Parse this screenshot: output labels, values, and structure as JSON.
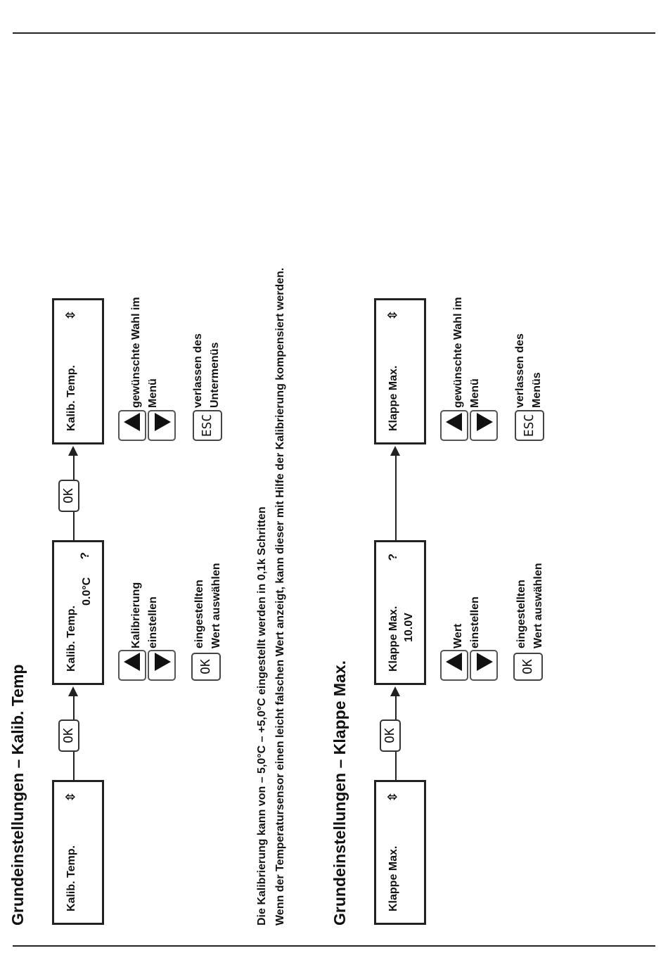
{
  "section1": {
    "title": "Grundeinstellungen – Kalib. Temp",
    "screen1": {
      "line1": "Kalib. Temp.",
      "symbol": "⇳"
    },
    "ok_label": "OK",
    "screen2": {
      "line1": "Kalib. Temp.",
      "line2": "0.0°C",
      "symbol": "?"
    },
    "screen3": {
      "line1": "Kalib. Temp.",
      "symbol": "⇳"
    },
    "adjust_desc": [
      "Kalibrierung",
      "einstellen"
    ],
    "confirm_key": "OK",
    "confirm_desc": [
      "eingestellten",
      "Wert auswählen"
    ],
    "nav_desc": [
      "gewünschte Wahl im",
      "Menü"
    ],
    "esc_key": "ESC",
    "esc_desc": [
      "verlassen des",
      "Untermenüs"
    ]
  },
  "paragraph": [
    "Die Kalibrierung kann von – 5,0°C – +5,0°C eingestellt werden in 0,1k Schritten",
    "Wenn der Temperatursensor einen leicht falschen Wert anzeigt, kann dieser mit Hilfe der Kalibrierung kompensiert werden."
  ],
  "section2": {
    "title": "Grundeinstellungen – Klappe Max.",
    "screen1": {
      "line1": "Klappe Max.",
      "symbol": "⇳"
    },
    "ok_label": "OK",
    "screen2": {
      "line1": "Klappe Max.",
      "line2": "10.0V",
      "symbol": "?"
    },
    "screen3": {
      "line1": "Klappe Max.",
      "symbol": "⇳"
    },
    "adjust_desc": [
      "Wert",
      "einstellen"
    ],
    "confirm_key": "OK",
    "confirm_desc": [
      "eingestellten",
      "Wert auswählen"
    ],
    "nav_desc": [
      "gewünschte Wahl im",
      "Menü"
    ],
    "esc_key": "ESC",
    "esc_desc": [
      "verlassen des",
      "Menüs"
    ]
  }
}
